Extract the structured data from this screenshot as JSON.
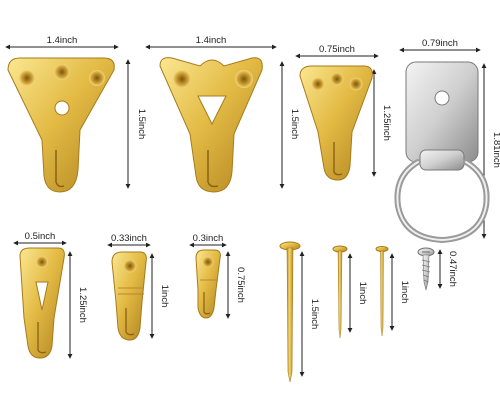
{
  "colors": {
    "brass_light": "#f6dc72",
    "brass_mid": "#ddb43a",
    "brass_dark": "#a87a1a",
    "steel_light": "#e9e9e9",
    "steel_dark": "#8c8c8c",
    "dimension_line": "#222222"
  },
  "hardware": {
    "hook_large_a": {
      "width_label": "1.4inch",
      "height_label": "1.5inch"
    },
    "hook_large_b": {
      "width_label": "1.4inch",
      "height_label": "1.5inch"
    },
    "hook_medium": {
      "width_label": "0.75inch",
      "height_label": "1.25inch"
    },
    "d_ring": {
      "width_label": "0.79inch",
      "height_label": "1.81inch"
    },
    "hook_small_a": {
      "width_label": "0.5inch",
      "height_label": "1.25inch"
    },
    "hook_small_b": {
      "width_label": "0.33inch",
      "height_label": "1inch"
    },
    "hook_small_c": {
      "width_label": "0.3inch",
      "height_label": "0.75inch"
    },
    "nail_long": {
      "height_label": "1.5inch"
    },
    "nail_medium_a": {
      "height_label": "1inch"
    },
    "nail_medium_b": {
      "height_label": "1inch"
    },
    "screw": {
      "height_label": "0.47inch"
    }
  }
}
